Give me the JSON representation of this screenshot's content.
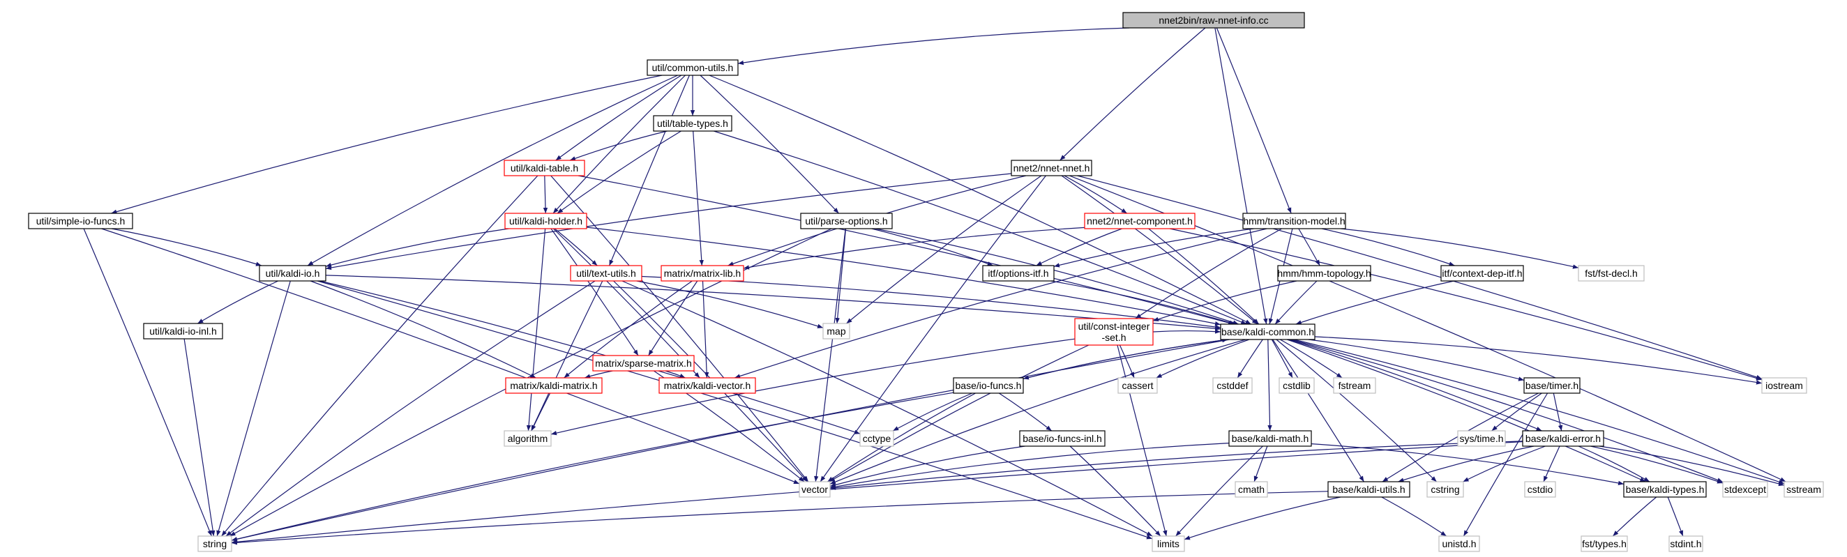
{
  "colors": {
    "edge": "#191970",
    "box_normal": "#000000",
    "box_truncated": "#ff0000",
    "box_system": "#bfbfbf",
    "box_root_fill": "#bfbfbf",
    "text": "#000000"
  },
  "nodes": [
    {
      "id": "root",
      "label": "nnet2bin/raw-nnet-info.cc",
      "kind": "root"
    },
    {
      "id": "common_utils",
      "label": "util/common-utils.h",
      "kind": "normal"
    },
    {
      "id": "table_types",
      "label": "util/table-types.h",
      "kind": "normal"
    },
    {
      "id": "kaldi_table",
      "label": "util/kaldi-table.h",
      "kind": "truncated"
    },
    {
      "id": "nnet_nnet",
      "label": "nnet2/nnet-nnet.h",
      "kind": "normal"
    },
    {
      "id": "simple_io",
      "label": "util/simple-io-funcs.h",
      "kind": "normal"
    },
    {
      "id": "kaldi_holder",
      "label": "util/kaldi-holder.h",
      "kind": "truncated"
    },
    {
      "id": "parse_options",
      "label": "util/parse-options.h",
      "kind": "normal"
    },
    {
      "id": "nnet_component",
      "label": "nnet2/nnet-component.h",
      "kind": "truncated"
    },
    {
      "id": "transition_model",
      "label": "hmm/transition-model.h",
      "kind": "normal"
    },
    {
      "id": "kaldi_io",
      "label": "util/kaldi-io.h",
      "kind": "normal"
    },
    {
      "id": "text_utils",
      "label": "util/text-utils.h",
      "kind": "truncated"
    },
    {
      "id": "matrix_lib",
      "label": "matrix/matrix-lib.h",
      "kind": "truncated"
    },
    {
      "id": "options_itf",
      "label": "itf/options-itf.h",
      "kind": "normal"
    },
    {
      "id": "hmm_topology",
      "label": "hmm/hmm-topology.h",
      "kind": "normal"
    },
    {
      "id": "context_dep_itf",
      "label": "itf/context-dep-itf.h",
      "kind": "normal"
    },
    {
      "id": "fst_decl",
      "label": "fst/fst-decl.h",
      "kind": "system"
    },
    {
      "id": "kaldi_io_inl",
      "label": "util/kaldi-io-inl.h",
      "kind": "normal"
    },
    {
      "id": "sparse_matrix",
      "label": "matrix/sparse-matrix.h",
      "kind": "truncated"
    },
    {
      "id": "map",
      "label": "map",
      "kind": "system"
    },
    {
      "id": "kaldi_common",
      "label": "base/kaldi-common.h",
      "kind": "normal"
    },
    {
      "id": "const_integer_set",
      "label": "util/const-integer\n-set.h",
      "kind": "truncated"
    },
    {
      "id": "iostream",
      "label": "iostream",
      "kind": "system"
    },
    {
      "id": "kaldi_matrix",
      "label": "matrix/kaldi-matrix.h",
      "kind": "truncated"
    },
    {
      "id": "kaldi_vector",
      "label": "matrix/kaldi-vector.h",
      "kind": "truncated"
    },
    {
      "id": "io_funcs",
      "label": "base/io-funcs.h",
      "kind": "normal"
    },
    {
      "id": "cassert",
      "label": "cassert",
      "kind": "system"
    },
    {
      "id": "cstddef",
      "label": "cstddef",
      "kind": "system"
    },
    {
      "id": "cstdlib",
      "label": "cstdlib",
      "kind": "system"
    },
    {
      "id": "fstream",
      "label": "fstream",
      "kind": "system"
    },
    {
      "id": "timer",
      "label": "base/timer.h",
      "kind": "normal"
    },
    {
      "id": "algorithm",
      "label": "algorithm",
      "kind": "system"
    },
    {
      "id": "cctype",
      "label": "cctype",
      "kind": "system"
    },
    {
      "id": "io_funcs_inl",
      "label": "base/io-funcs-inl.h",
      "kind": "normal"
    },
    {
      "id": "kaldi_math",
      "label": "base/kaldi-math.h",
      "kind": "normal"
    },
    {
      "id": "sys_time",
      "label": "sys/time.h",
      "kind": "system"
    },
    {
      "id": "kaldi_error",
      "label": "base/kaldi-error.h",
      "kind": "normal"
    },
    {
      "id": "vector",
      "label": "vector",
      "kind": "system"
    },
    {
      "id": "cmath",
      "label": "cmath",
      "kind": "system"
    },
    {
      "id": "kaldi_utils",
      "label": "base/kaldi-utils.h",
      "kind": "normal"
    },
    {
      "id": "cstring",
      "label": "cstring",
      "kind": "system"
    },
    {
      "id": "cstdio",
      "label": "cstdio",
      "kind": "system"
    },
    {
      "id": "kaldi_types",
      "label": "base/kaldi-types.h",
      "kind": "normal"
    },
    {
      "id": "stdexcept",
      "label": "stdexcept",
      "kind": "system"
    },
    {
      "id": "sstream",
      "label": "sstream",
      "kind": "system"
    },
    {
      "id": "string",
      "label": "string",
      "kind": "system"
    },
    {
      "id": "limits",
      "label": "limits",
      "kind": "system"
    },
    {
      "id": "unistd",
      "label": "unistd.h",
      "kind": "system"
    },
    {
      "id": "fst_types",
      "label": "fst/types.h",
      "kind": "system"
    },
    {
      "id": "stdint",
      "label": "stdint.h",
      "kind": "system"
    }
  ],
  "edges": [
    [
      "root",
      "common_utils"
    ],
    [
      "root",
      "nnet_nnet"
    ],
    [
      "root",
      "transition_model"
    ],
    [
      "root",
      "kaldi_common"
    ],
    [
      "common_utils",
      "simple_io"
    ],
    [
      "common_utils",
      "kaldi_io"
    ],
    [
      "common_utils",
      "kaldi_table"
    ],
    [
      "common_utils",
      "table_types"
    ],
    [
      "common_utils",
      "kaldi_holder"
    ],
    [
      "common_utils",
      "parse_options"
    ],
    [
      "common_utils",
      "text_utils"
    ],
    [
      "common_utils",
      "kaldi_common"
    ],
    [
      "table_types",
      "kaldi_table"
    ],
    [
      "table_types",
      "kaldi_holder"
    ],
    [
      "table_types",
      "matrix_lib"
    ],
    [
      "table_types",
      "kaldi_common"
    ],
    [
      "kaldi_table",
      "kaldi_holder"
    ],
    [
      "kaldi_table",
      "string"
    ],
    [
      "kaldi_table",
      "vector"
    ],
    [
      "kaldi_table",
      "kaldi_common"
    ],
    [
      "kaldi_holder",
      "kaldi_io"
    ],
    [
      "kaldi_holder",
      "text_utils"
    ],
    [
      "kaldi_holder",
      "sparse_matrix"
    ],
    [
      "kaldi_holder",
      "kaldi_vector"
    ],
    [
      "kaldi_holder",
      "algorithm"
    ],
    [
      "kaldi_holder",
      "kaldi_common"
    ],
    [
      "simple_io",
      "kaldi_io"
    ],
    [
      "simple_io",
      "string"
    ],
    [
      "simple_io",
      "vector"
    ],
    [
      "kaldi_io",
      "kaldi_io_inl"
    ],
    [
      "kaldi_io",
      "kaldi_matrix"
    ],
    [
      "kaldi_io",
      "cctype"
    ],
    [
      "kaldi_io",
      "string"
    ],
    [
      "kaldi_io",
      "limits"
    ],
    [
      "kaldi_io",
      "kaldi_common"
    ],
    [
      "kaldi_io_inl",
      "string"
    ],
    [
      "parse_options",
      "options_itf"
    ],
    [
      "parse_options",
      "map"
    ],
    [
      "parse_options",
      "vector"
    ],
    [
      "parse_options",
      "string"
    ],
    [
      "parse_options",
      "kaldi_common"
    ],
    [
      "text_utils",
      "map"
    ],
    [
      "text_utils",
      "string"
    ],
    [
      "text_utils",
      "vector"
    ],
    [
      "text_utils",
      "algorithm"
    ],
    [
      "text_utils",
      "limits"
    ],
    [
      "text_utils",
      "kaldi_common"
    ],
    [
      "nnet_nnet",
      "nnet_component"
    ],
    [
      "nnet_nnet",
      "matrix_lib"
    ],
    [
      "nnet_nnet",
      "kaldi_io"
    ],
    [
      "nnet_nnet",
      "map"
    ],
    [
      "nnet_nnet",
      "vector"
    ],
    [
      "nnet_nnet",
      "iostream"
    ],
    [
      "nnet_nnet",
      "sstream"
    ],
    [
      "nnet_nnet",
      "kaldi_common"
    ],
    [
      "nnet_component",
      "matrix_lib"
    ],
    [
      "nnet_component",
      "options_itf"
    ],
    [
      "nnet_component",
      "kaldi_common"
    ],
    [
      "nnet_component",
      "iostream"
    ],
    [
      "matrix_lib",
      "sparse_matrix"
    ],
    [
      "matrix_lib",
      "kaldi_matrix"
    ],
    [
      "matrix_lib",
      "kaldi_vector"
    ],
    [
      "sparse_matrix",
      "kaldi_matrix"
    ],
    [
      "sparse_matrix",
      "kaldi_vector"
    ],
    [
      "sparse_matrix",
      "vector"
    ],
    [
      "kaldi_matrix",
      "algorithm"
    ],
    [
      "transition_model",
      "options_itf"
    ],
    [
      "transition_model",
      "hmm_topology"
    ],
    [
      "transition_model",
      "context_dep_itf"
    ],
    [
      "transition_model",
      "fst_decl"
    ],
    [
      "transition_model",
      "const_integer_set"
    ],
    [
      "transition_model",
      "kaldi_vector"
    ],
    [
      "transition_model",
      "kaldi_common"
    ],
    [
      "options_itf",
      "kaldi_common"
    ],
    [
      "hmm_topology",
      "const_integer_set"
    ],
    [
      "hmm_topology",
      "kaldi_common"
    ],
    [
      "context_dep_itf",
      "kaldi_common"
    ],
    [
      "const_integer_set",
      "kaldi_common"
    ],
    [
      "const_integer_set",
      "cassert"
    ],
    [
      "const_integer_set",
      "vector"
    ],
    [
      "const_integer_set",
      "algorithm"
    ],
    [
      "const_integer_set",
      "limits"
    ],
    [
      "kaldi_common",
      "cassert"
    ],
    [
      "kaldi_common",
      "cstddef"
    ],
    [
      "kaldi_common",
      "cstdlib"
    ],
    [
      "kaldi_common",
      "fstream"
    ],
    [
      "kaldi_common",
      "iostream"
    ],
    [
      "kaldi_common",
      "timer"
    ],
    [
      "kaldi_common",
      "io_funcs"
    ],
    [
      "kaldi_common",
      "kaldi_math"
    ],
    [
      "kaldi_common",
      "kaldi_error"
    ],
    [
      "kaldi_common",
      "kaldi_types"
    ],
    [
      "kaldi_common",
      "kaldi_utils"
    ],
    [
      "kaldi_common",
      "cstring"
    ],
    [
      "kaldi_common",
      "vector"
    ],
    [
      "kaldi_common",
      "string"
    ],
    [
      "kaldi_common",
      "stdexcept"
    ],
    [
      "kaldi_common",
      "sstream"
    ],
    [
      "io_funcs",
      "io_funcs_inl"
    ],
    [
      "io_funcs",
      "cctype"
    ],
    [
      "io_funcs",
      "vector"
    ],
    [
      "io_funcs",
      "string"
    ],
    [
      "io_funcs",
      "kaldi_common"
    ],
    [
      "io_funcs_inl",
      "vector"
    ],
    [
      "io_funcs_inl",
      "limits"
    ],
    [
      "kaldi_math",
      "cmath"
    ],
    [
      "kaldi_math",
      "limits"
    ],
    [
      "kaldi_math",
      "vector"
    ],
    [
      "kaldi_math",
      "kaldi_types"
    ],
    [
      "timer",
      "sys_time"
    ],
    [
      "timer",
      "kaldi_utils"
    ],
    [
      "timer",
      "kaldi_error"
    ],
    [
      "timer",
      "unistd"
    ],
    [
      "kaldi_error",
      "cstdio"
    ],
    [
      "kaldi_error",
      "cstring"
    ],
    [
      "kaldi_error",
      "stdexcept"
    ],
    [
      "kaldi_error",
      "sstream"
    ],
    [
      "kaldi_error",
      "vector"
    ],
    [
      "kaldi_error",
      "string"
    ],
    [
      "kaldi_error",
      "kaldi_types"
    ],
    [
      "kaldi_error",
      "kaldi_utils"
    ],
    [
      "kaldi_utils",
      "string"
    ],
    [
      "kaldi_utils",
      "limits"
    ],
    [
      "kaldi_utils",
      "unistd"
    ],
    [
      "kaldi_types",
      "fst_types"
    ],
    [
      "kaldi_types",
      "stdint"
    ]
  ]
}
